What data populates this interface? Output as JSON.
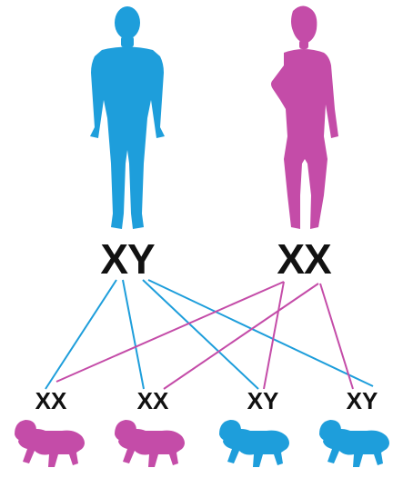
{
  "colors": {
    "male": "#1e9edb",
    "female": "#c44ca8",
    "text": "#111111"
  },
  "parents": [
    {
      "sex": "male",
      "label": "XY",
      "icon": "man-silhouette-icon"
    },
    {
      "sex": "female",
      "label": "XX",
      "icon": "woman-silhouette-icon"
    }
  ],
  "children": [
    {
      "label": "XX",
      "color": "female",
      "icon": "crawling-baby-icon"
    },
    {
      "label": "XX",
      "color": "female",
      "icon": "crawling-baby-icon"
    },
    {
      "label": "XY",
      "color": "male",
      "icon": "crawling-baby-icon"
    },
    {
      "label": "XY",
      "color": "male",
      "icon": "crawling-baby-icon"
    }
  ],
  "connections": [
    {
      "from": "father",
      "to": 0,
      "color": "male"
    },
    {
      "from": "father",
      "to": 1,
      "color": "male"
    },
    {
      "from": "father",
      "to": 2,
      "color": "male"
    },
    {
      "from": "father",
      "to": 3,
      "color": "male"
    },
    {
      "from": "mother",
      "to": 0,
      "color": "female"
    },
    {
      "from": "mother",
      "to": 1,
      "color": "female"
    },
    {
      "from": "mother",
      "to": 2,
      "color": "female"
    },
    {
      "from": "mother",
      "to": 3,
      "color": "female"
    }
  ]
}
